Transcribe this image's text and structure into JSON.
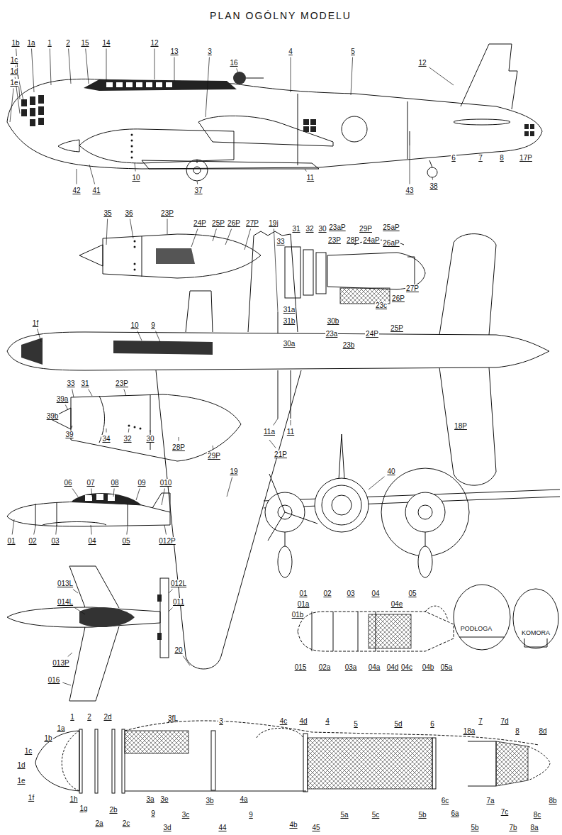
{
  "diagram": {
    "title": "PLAN OGÓLNY MODELU",
    "labels": [
      "1b",
      "1a",
      "1",
      "2",
      "15",
      "14",
      "12",
      "13",
      "3",
      "16",
      "4",
      "5",
      "12",
      "1c",
      "1d",
      "1e",
      "42",
      "41",
      "10",
      "37",
      "11",
      "43",
      "38",
      "6",
      "7",
      "8",
      "17P",
      "35",
      "36",
      "23P",
      "24P",
      "25P",
      "26P",
      "27P",
      "19j",
      "31",
      "32",
      "30",
      "23aP",
      "29P",
      "25aP",
      "23P",
      "28P",
      "24aP",
      "26aP",
      "33",
      "31a",
      "31b",
      "30a",
      "30b",
      "23a",
      "23b",
      "23c",
      "24P",
      "25P",
      "27P",
      "26P",
      "1f",
      "10",
      "9",
      "11a",
      "11",
      "18P",
      "21P",
      "19",
      "40",
      "33",
      "31",
      "23P",
      "39a",
      "39b",
      "39",
      "34",
      "32",
      "30",
      "28P",
      "29P",
      "06",
      "07",
      "08",
      "09",
      "010",
      "01",
      "02",
      "03",
      "04",
      "05",
      "012P",
      "013L",
      "012L",
      "014L",
      "011",
      "013P",
      "016",
      "20",
      "01",
      "02",
      "03",
      "04",
      "05",
      "01a",
      "01b",
      "04e",
      "015",
      "02a",
      "03a",
      "04a",
      "04d",
      "04c",
      "04b",
      "05a",
      "PODŁOGA",
      "KOMORA",
      "1",
      "2",
      "2d",
      "1a",
      "1b",
      "1c",
      "1d",
      "1e",
      "1f",
      "3fL",
      "3",
      "4c",
      "4d",
      "4",
      "5",
      "5d",
      "6",
      "18a",
      "7",
      "7d",
      "8",
      "8d",
      "1h",
      "1g",
      "2a",
      "2b",
      "2c",
      "3a",
      "3e",
      "9",
      "3d",
      "3c",
      "3b",
      "44",
      "4a",
      "9",
      "4b",
      "45",
      "5a",
      "5c",
      "5b",
      "6c",
      "6a",
      "5b",
      "7a",
      "7c",
      "7b",
      "8a",
      "8c",
      "8b"
    ]
  }
}
